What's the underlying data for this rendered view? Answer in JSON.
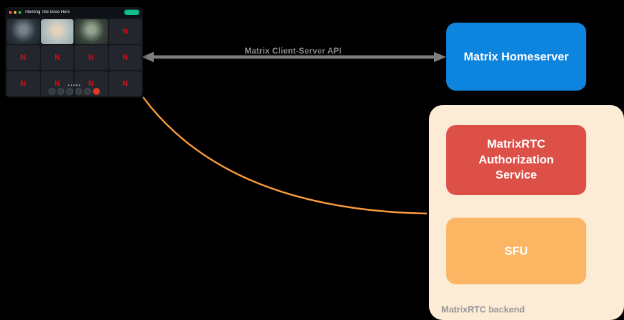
{
  "diagram": {
    "api_arrow_label": "Matrix Client-Server API",
    "homeserver_label": "Matrix Homeserver",
    "backend_label": "MatrixRTC backend",
    "auth_service_label": "MatrixRTC Authorization Service",
    "sfu_label": "SFU"
  },
  "call_window": {
    "title": "Meeting Title Goes Here",
    "avatar_letter": "N"
  },
  "colors": {
    "background": "#000000",
    "homeserver": "#0d84de",
    "auth": "#dd5047",
    "sfu": "#fbb664",
    "backend": "#fcebd5",
    "backend_label": "#9a9a9a",
    "arrow": "#7d7d7d",
    "api_label": "#8c8c8c",
    "curve": "#f79a3b",
    "call_green": "#0dbd8b",
    "avatar_red": "#e50914"
  }
}
